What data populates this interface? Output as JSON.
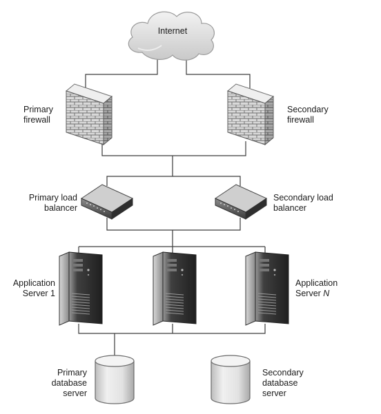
{
  "diagram": {
    "nodes": {
      "internet": {
        "label": "Internet",
        "icon": "cloud-icon"
      },
      "primary_firewall": {
        "lines": [
          "Primary",
          "firewall"
        ],
        "icon": "firewall-icon"
      },
      "secondary_firewall": {
        "lines": [
          "Secondary",
          "firewall"
        ],
        "icon": "firewall-icon"
      },
      "primary_lb": {
        "lines": [
          "Primary load",
          "balancer"
        ],
        "icon": "load-balancer-icon"
      },
      "secondary_lb": {
        "lines": [
          "Secondary load",
          "balancer"
        ],
        "icon": "load-balancer-icon"
      },
      "app_server_1": {
        "lines": [
          "Application",
          "Server 1"
        ],
        "icon": "server-tower-icon"
      },
      "app_server_mid": {
        "icon": "server-tower-icon"
      },
      "app_server_n": {
        "line1": "Application",
        "line2_prefix": "Server ",
        "line2_italic": "N",
        "icon": "server-tower-icon"
      },
      "primary_db": {
        "lines": [
          "Primary",
          "database",
          "server"
        ],
        "icon": "database-cylinder-icon"
      },
      "secondary_db": {
        "lines": [
          "Secondary",
          "database",
          "server"
        ],
        "icon": "database-cylinder-icon"
      }
    },
    "colors": {
      "line": "#3a3a3a",
      "cloud": "#e4e4e4",
      "brick": "#cfcfcf",
      "device": "#555555",
      "db": "#e0e0e0"
    }
  }
}
